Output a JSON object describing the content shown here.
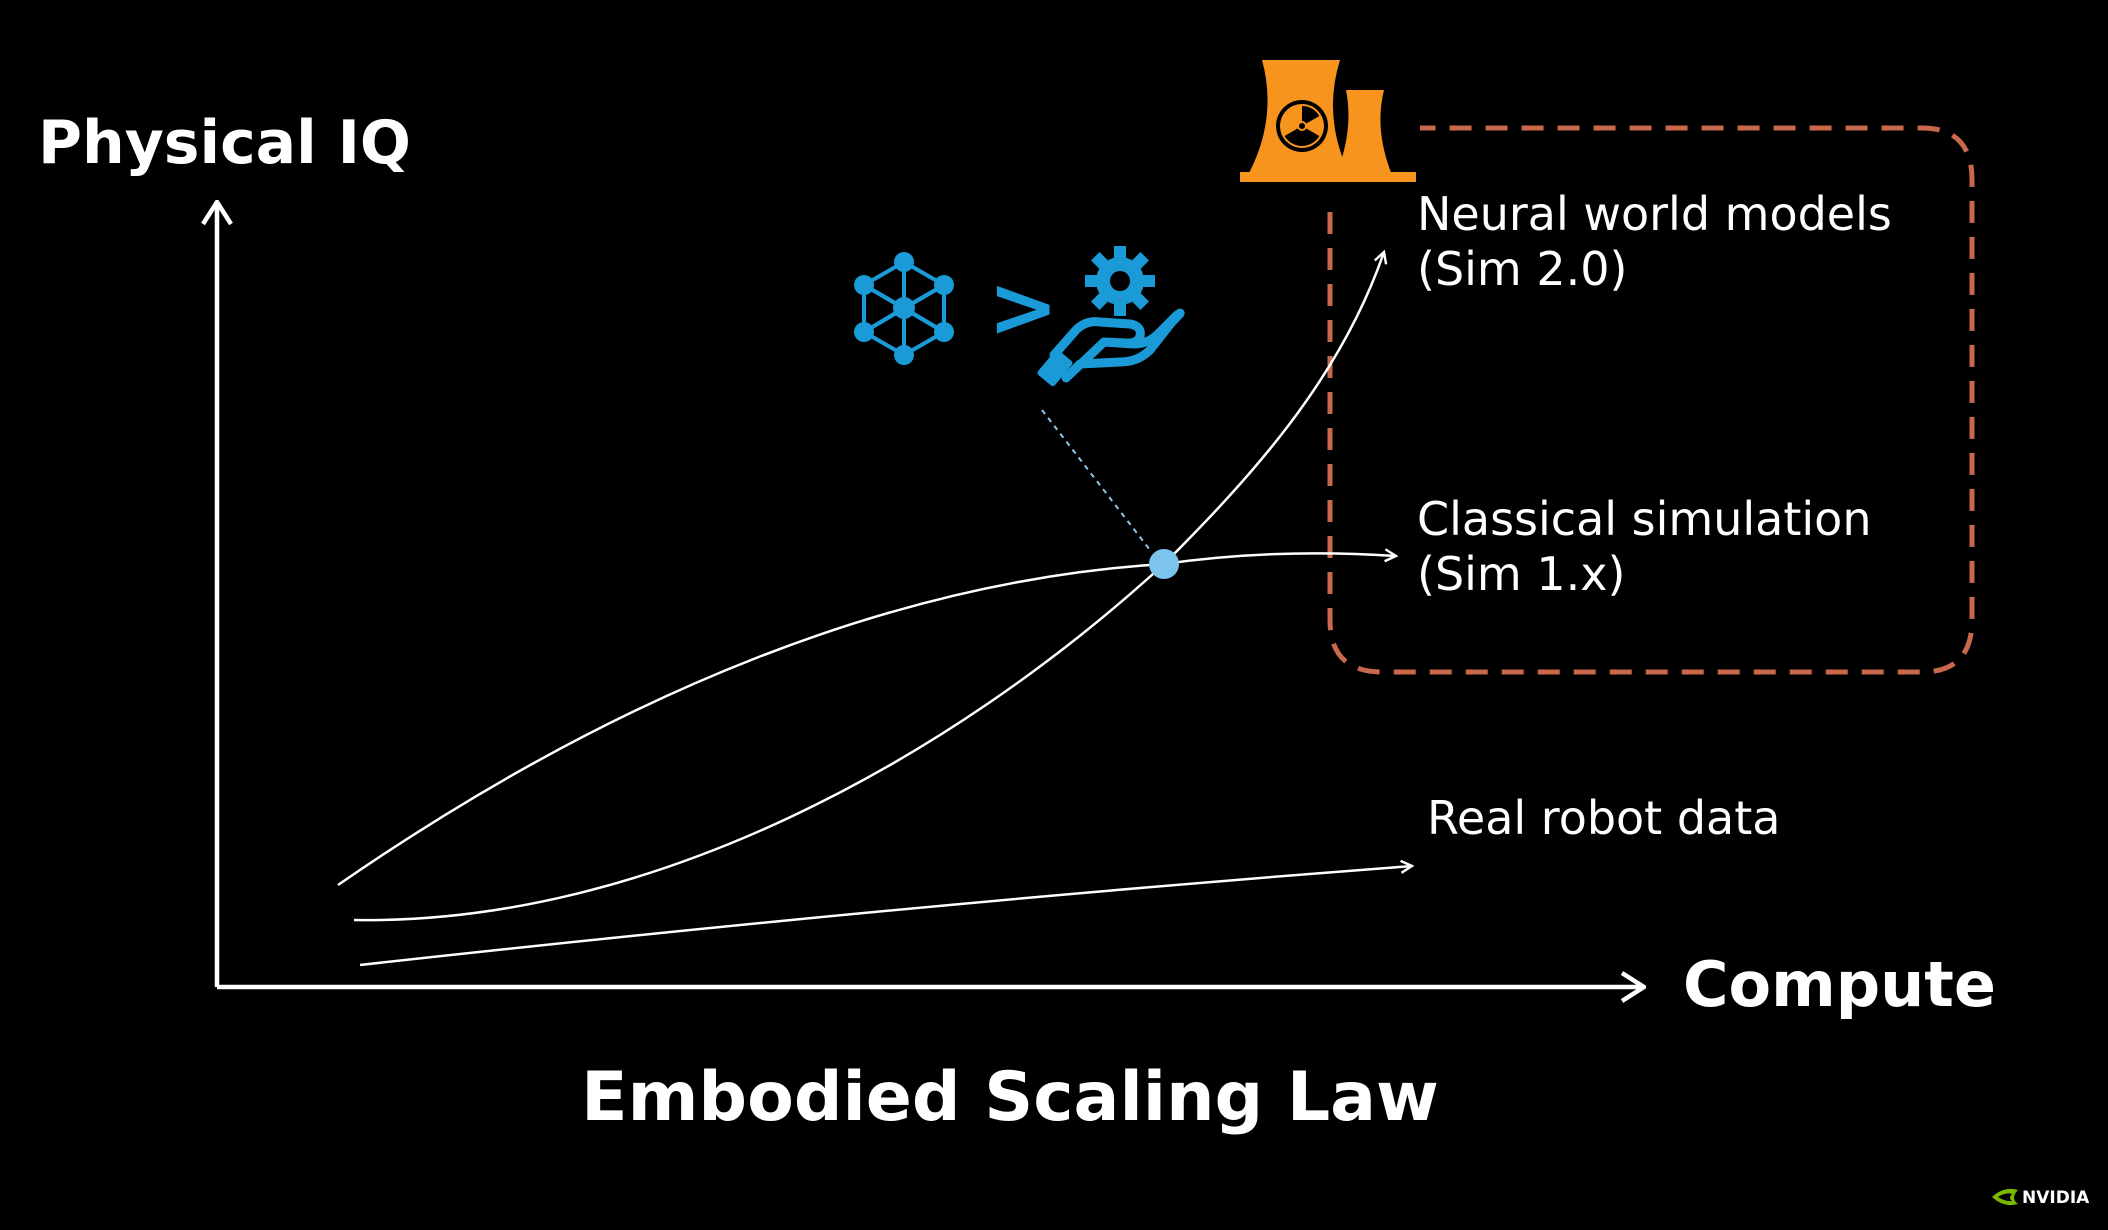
{
  "diagram": {
    "title": "Embodied Scaling Law",
    "y_axis_label": "Physical IQ",
    "x_axis_label": "Compute",
    "curves": [
      {
        "id": "neural",
        "label_line1": "Neural world models",
        "label_line2": "(Sim 2.0)"
      },
      {
        "id": "classical",
        "label_line1": "Classical simulation",
        "label_line2": "(Sim 1.x)"
      },
      {
        "id": "real",
        "label_line1": "Real robot data"
      }
    ],
    "crossover_point": {
      "description": "neural-world-models-overtake-classical-simulation"
    },
    "icons": {
      "top": "nuclear-power-plant-icon",
      "comparison_left": "neural-network-icon",
      "comparison_operator": ">",
      "comparison_right": "hand-gear-icon"
    },
    "colors": {
      "background": "#000000",
      "foreground": "#ffffff",
      "accent_blue": "#1a9ad6",
      "crossover_dot": "#7cc4ee",
      "dashed_box": "#c8684c",
      "plant_orange": "#f7941d",
      "nvidia_green": "#76b900"
    }
  },
  "branding": {
    "logo_text": "NVIDIA"
  }
}
